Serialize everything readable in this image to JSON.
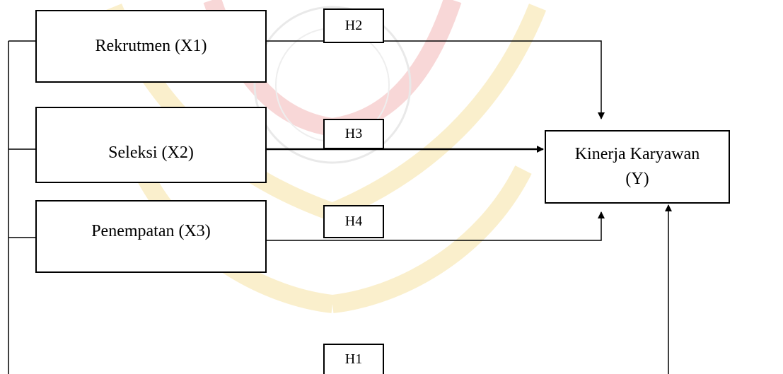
{
  "diagram": {
    "nodes": {
      "x1": {
        "label": "Rekrutmen (X1)"
      },
      "x2": {
        "label": "Seleksi (X2)"
      },
      "x3": {
        "label": "Penempatan (X3)"
      },
      "y": {
        "label": "Kinerja Karyawan\n(Y)"
      }
    },
    "hypotheses": {
      "h1": "H1",
      "h2": "H2",
      "h3": "H3",
      "h4": "H4"
    },
    "relations": [
      {
        "from": "x1",
        "to": "y",
        "hypothesis": "H2"
      },
      {
        "from": "x2",
        "to": "y",
        "hypothesis": "H3"
      },
      {
        "from": "x3",
        "to": "y",
        "hypothesis": "H4"
      },
      {
        "from": "x1,x2,x3",
        "to": "y",
        "hypothesis": "H1"
      }
    ],
    "colors": {
      "line": "#000000",
      "box_border": "#000000",
      "watermark_red": "#f3b8b8",
      "watermark_gold": "#f6e2a3"
    }
  }
}
